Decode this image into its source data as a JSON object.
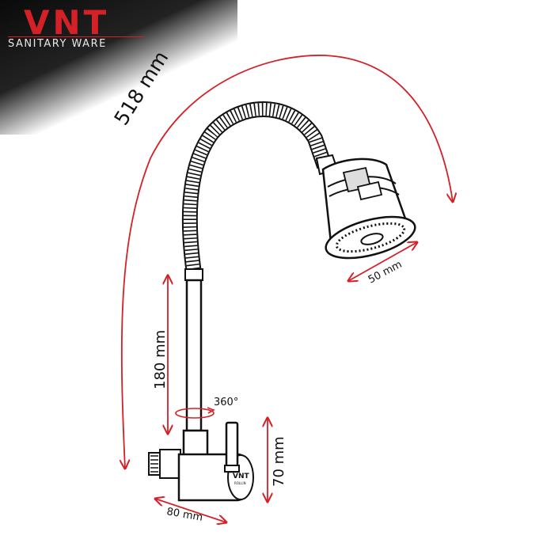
{
  "brand": {
    "logo": "VNT",
    "tagline": "SANITARY WARE",
    "plate_logo": "VNT",
    "plate_sub": "ROLLIN",
    "accent": "#d42027"
  },
  "dimensions": {
    "total_length": "518 mm",
    "spray_diameter": "50 mm",
    "pipe_height": "180 mm",
    "rotation": "360°",
    "body_height": "70 mm",
    "body_length": "80 mm"
  }
}
